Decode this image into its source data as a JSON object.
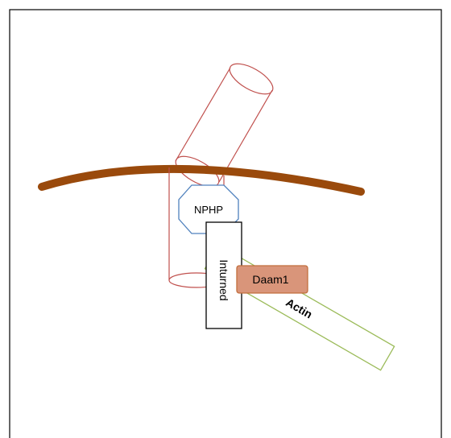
{
  "diagram": {
    "labels": {
      "nphp": "NPHP",
      "inturned": "Inturned",
      "daam1": "Daam1",
      "actin": "Actin"
    },
    "colors": {
      "frame": "#000000",
      "membrane": "#9a4a0c",
      "cylinder": "#c0504d",
      "nphp_outline": "#4f81bd",
      "inturned_outline": "#000000",
      "daam1_fill": "#d9957a",
      "daam1_border": "#c26f3e",
      "actin_outline": "#9bbb59"
    }
  }
}
